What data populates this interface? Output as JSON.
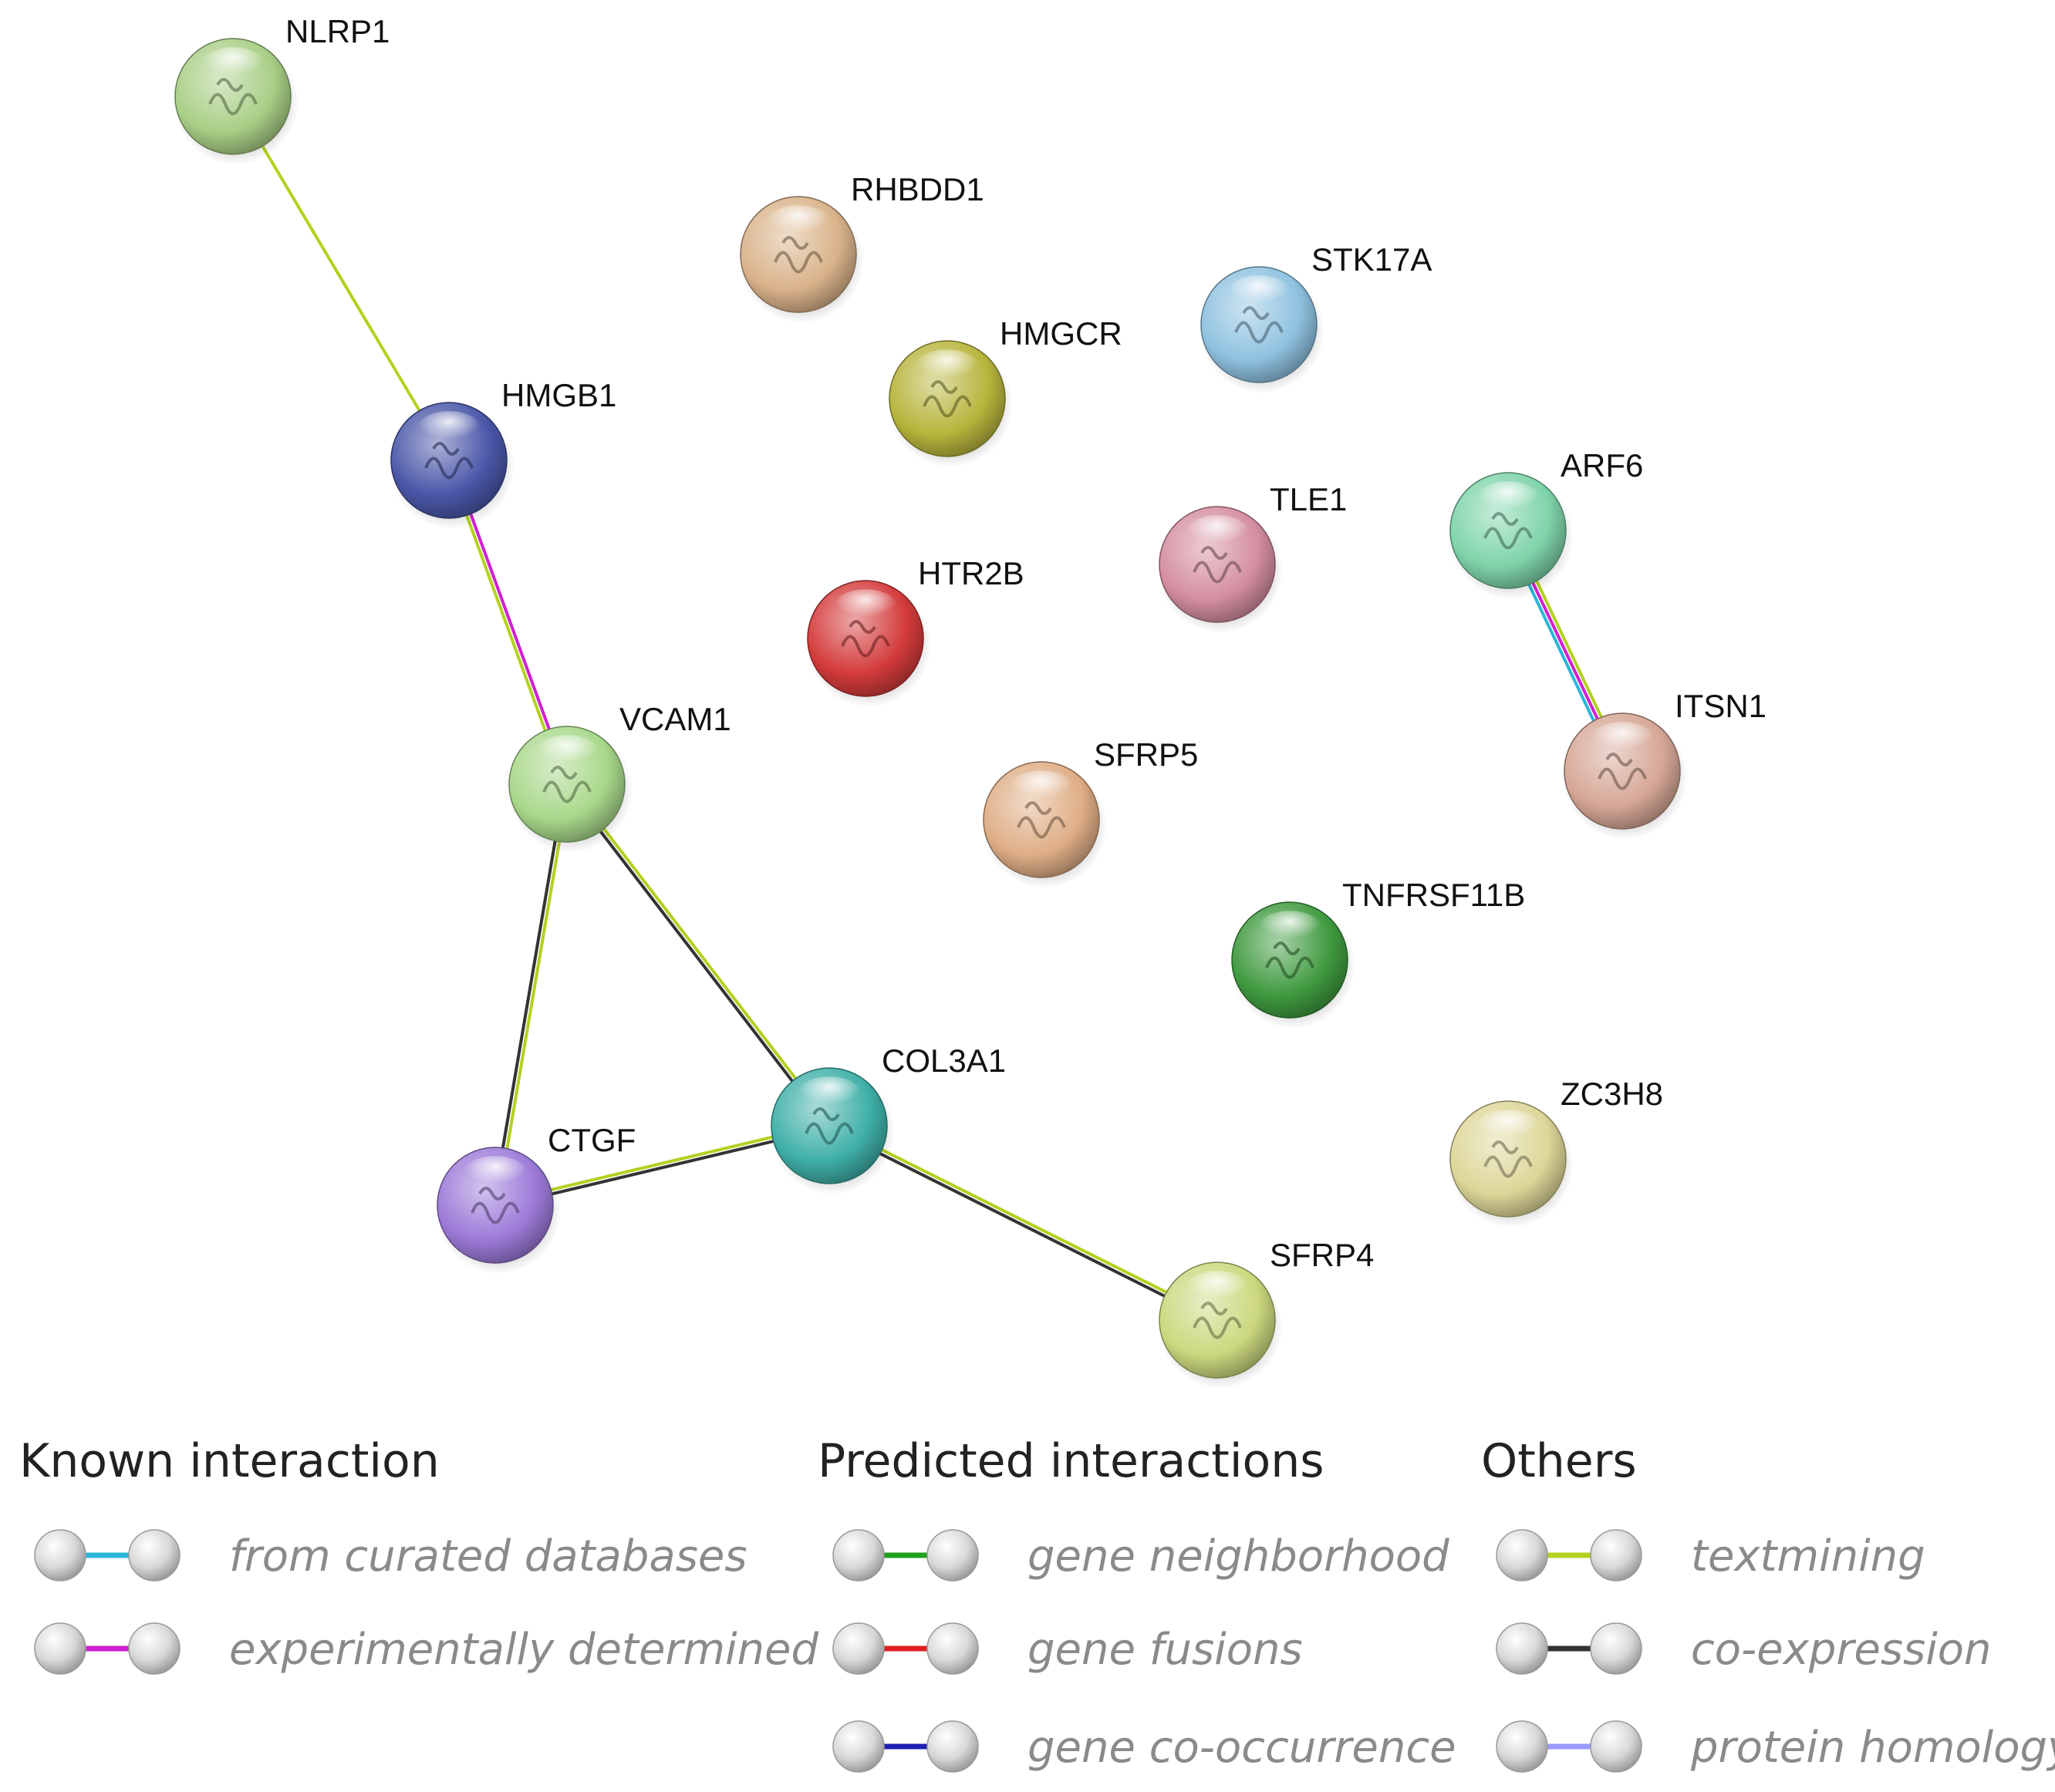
{
  "nodes": [
    {
      "id": "NLRP1",
      "label": "NLRP1",
      "color": "#a9cf86"
    },
    {
      "id": "RHBDD1",
      "label": "RHBDD1",
      "color": "#d9b38a"
    },
    {
      "id": "STK17A",
      "label": "STK17A",
      "color": "#8fc2e0"
    },
    {
      "id": "HMGCR",
      "label": "HMGCR",
      "color": "#b8b53d"
    },
    {
      "id": "HMGB1",
      "label": "HMGB1",
      "color": "#4a57a8"
    },
    {
      "id": "ARF6",
      "label": "ARF6",
      "color": "#7fd4aa"
    },
    {
      "id": "TLE1",
      "label": "TLE1",
      "color": "#d48e9f"
    },
    {
      "id": "HTR2B",
      "label": "HTR2B",
      "color": "#d43b3b"
    },
    {
      "id": "ITSN1",
      "label": "ITSN1",
      "color": "#d6a796"
    },
    {
      "id": "VCAM1",
      "label": "VCAM1",
      "color": "#a8d88a"
    },
    {
      "id": "SFRP5",
      "label": "SFRP5",
      "color": "#dfae86"
    },
    {
      "id": "TNFRSF11B",
      "label": "TNFRSF11B",
      "color": "#3f9a3f"
    },
    {
      "id": "COL3A1",
      "label": "COL3A1",
      "color": "#3fb0a8"
    },
    {
      "id": "ZC3H8",
      "label": "ZC3H8",
      "color": "#ddd698"
    },
    {
      "id": "CTGF",
      "label": "CTGF",
      "color": "#9c7ad8"
    },
    {
      "id": "SFRP4",
      "label": "SFRP4",
      "color": "#ccd87e"
    }
  ],
  "edges": [
    {
      "source": "NLRP1",
      "target": "HMGB1",
      "types": [
        "textmining"
      ]
    },
    {
      "source": "HMGB1",
      "target": "VCAM1",
      "types": [
        "experimentally_determined",
        "textmining"
      ]
    },
    {
      "source": "VCAM1",
      "target": "CTGF",
      "types": [
        "textmining",
        "co_expression"
      ]
    },
    {
      "source": "VCAM1",
      "target": "COL3A1",
      "types": [
        "textmining",
        "co_expression"
      ]
    },
    {
      "source": "CTGF",
      "target": "COL3A1",
      "types": [
        "textmining",
        "co_expression"
      ]
    },
    {
      "source": "COL3A1",
      "target": "SFRP4",
      "types": [
        "textmining",
        "co_expression"
      ]
    },
    {
      "source": "ARF6",
      "target": "ITSN1",
      "types": [
        "textmining",
        "experimentally_determined",
        "curated_databases"
      ]
    }
  ],
  "edge_colors": {
    "curated_databases": "#29b6d8",
    "experimentally_determined": "#d21fd2",
    "gene_neighborhood": "#1fa01f",
    "gene_fusions": "#e01f1f",
    "gene_cooccurrence": "#1f1fb0",
    "textmining": "#b2d21f",
    "co_expression": "#333333",
    "protein_homology": "#9a9aff"
  },
  "legend": {
    "groups": [
      {
        "heading": "Known interaction",
        "items": [
          {
            "key": "curated_databases",
            "label": "from curated databases"
          },
          {
            "key": "experimentally_determined",
            "label": "experimentally determined"
          }
        ]
      },
      {
        "heading": "Predicted interactions",
        "items": [
          {
            "key": "gene_neighborhood",
            "label": "gene neighborhood"
          },
          {
            "key": "gene_fusions",
            "label": "gene fusions"
          },
          {
            "key": "gene_cooccurrence",
            "label": "gene co-occurrence"
          }
        ]
      },
      {
        "heading": "Others",
        "items": [
          {
            "key": "textmining",
            "label": "textmining"
          },
          {
            "key": "co_expression",
            "label": "co-expression"
          },
          {
            "key": "protein_homology",
            "label": "protein homology"
          }
        ]
      }
    ]
  }
}
